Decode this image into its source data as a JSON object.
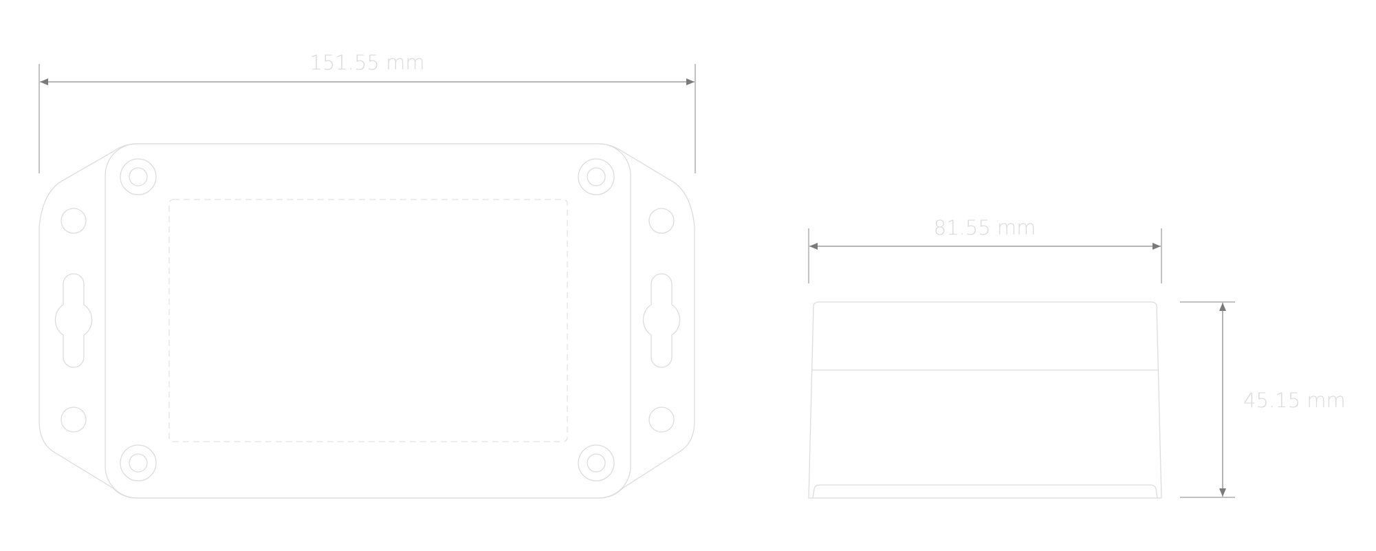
{
  "dimensions": {
    "front_width": "151.55 mm",
    "side_width": "81.55 mm",
    "side_height": "45.15 mm"
  },
  "colors": {
    "outline": "#dcdcdc",
    "dimension_line": "#8a8a8a",
    "dimension_text": "#dadada"
  }
}
